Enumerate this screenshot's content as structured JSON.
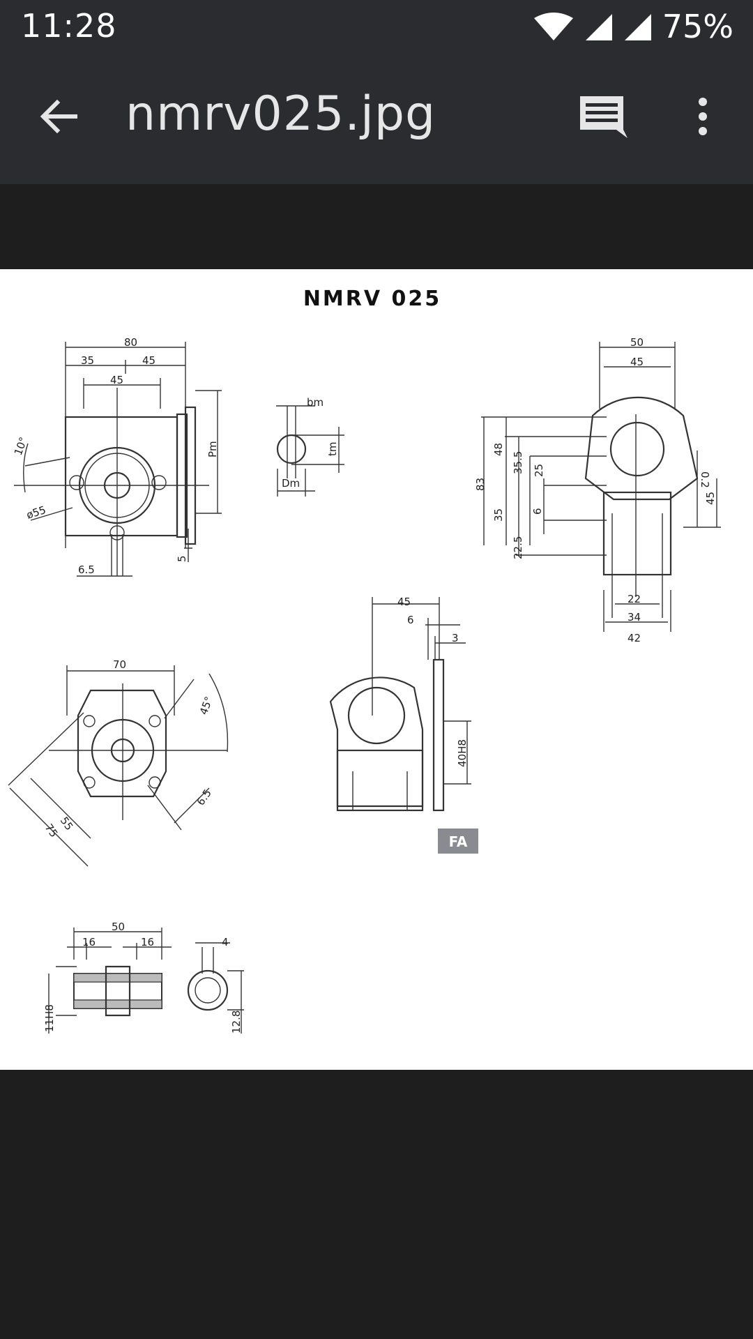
{
  "status_bar": {
    "time": "11:28",
    "battery": "75%"
  },
  "app_bar": {
    "title": "nmrv025.jpg",
    "icons": [
      "back-arrow-icon",
      "comment-icon",
      "more-vert-icon"
    ]
  },
  "drawing": {
    "title": "NMRV 025",
    "badge": "FA",
    "labels": {
      "d80": "80",
      "d35a": "35",
      "d45a": "45",
      "d45b": "45",
      "pm": "Pm",
      "ang10": "10°",
      "dia55": "ø55",
      "d65a": "6.5",
      "d5": "5",
      "bm": "bm",
      "tm": "tm",
      "dm": "Dm",
      "d50a": "50",
      "d45c": "45",
      "d83": "83",
      "d48": "48",
      "d355": "35.5",
      "d25": "25",
      "d35b": "35",
      "d6a": "6",
      "d225": "22.5",
      "d02": "0.2",
      "d45d": "45",
      "d22": "22",
      "d34": "34",
      "d42": "42",
      "d70": "70",
      "ang45": "45°",
      "d55": "55",
      "d75": "75",
      "d65b": "6.5",
      "d45e": "45",
      "d6b": "6",
      "d3": "3",
      "d40h8": "40H8",
      "d50b": "50",
      "d16a": "16",
      "d16b": "16",
      "d11h8": "11H8",
      "d4": "4",
      "d128": "12.8"
    }
  }
}
